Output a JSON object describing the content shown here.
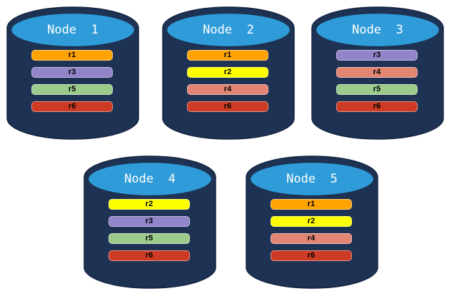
{
  "palette": {
    "background": "#FFFFFF",
    "cylinder_body": "#1E3254",
    "cylinder_outline": "#142440",
    "cylinder_top": "#2F9CD9",
    "title_color": "#FFFFFF",
    "bar_text_color": "#000000"
  },
  "replica_colors": {
    "r1": "#FFA302",
    "r2": "#FDFF00",
    "r3": "#9184C9",
    "r4": "#E28572",
    "r5": "#9CCB8C",
    "r6": "#CD3B24"
  },
  "nodes": [
    {
      "title": "Node  1",
      "replicas": [
        {
          "label": "r1",
          "color": "#FFA302"
        },
        {
          "label": "r3",
          "color": "#9184C9"
        },
        {
          "label": "r5",
          "color": "#9CCB8C"
        },
        {
          "label": "r6",
          "color": "#CD3B24"
        }
      ]
    },
    {
      "title": "Node  2",
      "replicas": [
        {
          "label": "r1",
          "color": "#FFA302"
        },
        {
          "label": "r2",
          "color": "#FDFF00"
        },
        {
          "label": "r4",
          "color": "#E28572"
        },
        {
          "label": "r6",
          "color": "#CD3B24"
        }
      ]
    },
    {
      "title": "Node  3",
      "replicas": [
        {
          "label": "r3",
          "color": "#9184C9"
        },
        {
          "label": "r4",
          "color": "#E28572"
        },
        {
          "label": "r5",
          "color": "#9CCB8C"
        },
        {
          "label": "r6",
          "color": "#CD3B24"
        }
      ]
    },
    {
      "title": "Node  4",
      "replicas": [
        {
          "label": "r2",
          "color": "#FDFF00"
        },
        {
          "label": "r3",
          "color": "#9184C9"
        },
        {
          "label": "r5",
          "color": "#9CCB8C"
        },
        {
          "label": "r6",
          "color": "#CD3B24"
        }
      ]
    },
    {
      "title": "Node  5",
      "replicas": [
        {
          "label": "r1",
          "color": "#FFA302"
        },
        {
          "label": "r2",
          "color": "#FDFF00"
        },
        {
          "label": "r4",
          "color": "#E28572"
        },
        {
          "label": "r6",
          "color": "#CD3B24"
        }
      ]
    }
  ]
}
